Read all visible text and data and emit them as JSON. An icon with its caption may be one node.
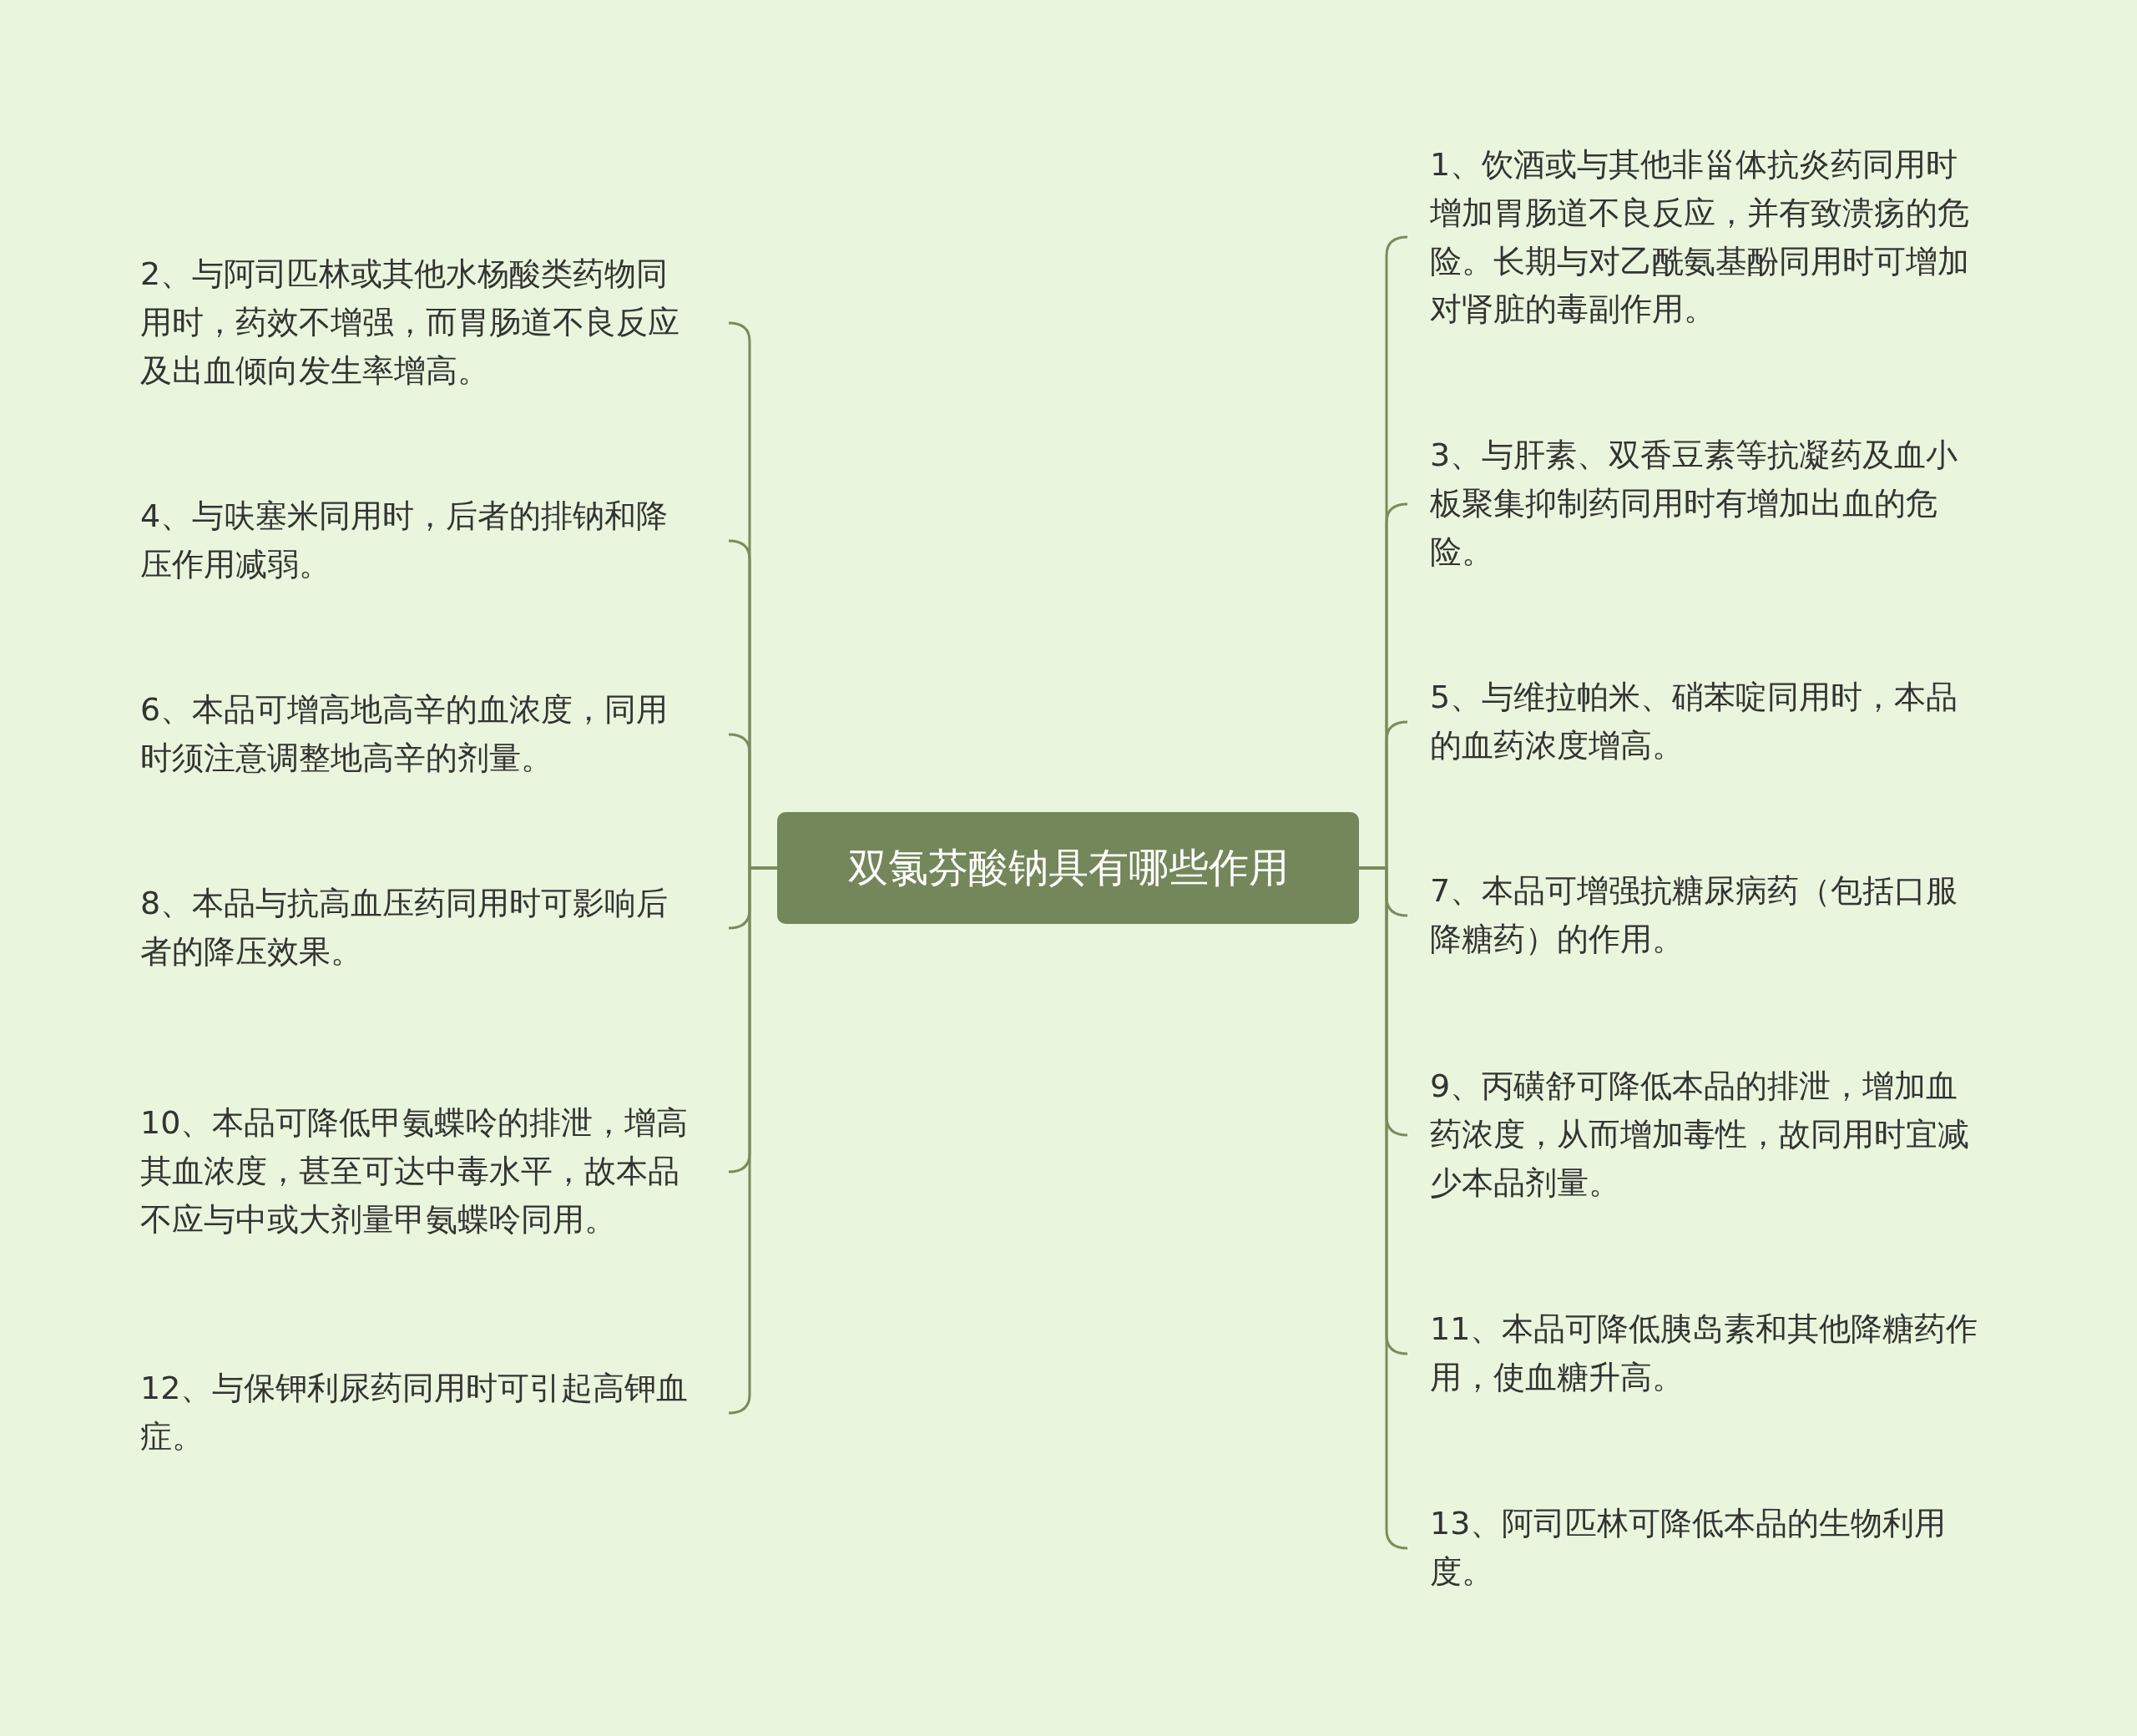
{
  "diagram": {
    "nodes": [
      {
        "text": [
          "双氯芬酸钠具有哪些作用"
        ]
      },
      {
        "text": [
          "1、饮酒或与其他非甾体抗炎药同用时增加胃肠道不良反应，并有致溃疡的危险。长期与对乙酰氨基酚同用时可增加对肾脏的毒副作用。"
        ]
      },
      {
        "text": [
          "2、与阿司匹林或其他水杨酸类药物同用时，药效不增强，而胃肠道不良反应及出血倾向发生率增高。"
        ]
      },
      {
        "text": [
          "3、与肝素、双香豆素等抗凝药及血小板聚集抑制药同用时有增加出血的危险。"
        ]
      },
      {
        "text": [
          "4、与呋塞米同用时，后者的排钠和降压作用减弱。"
        ]
      },
      {
        "text": [
          "5、与维拉帕米、硝苯啶同用时，本品的血药浓度增高。"
        ]
      },
      {
        "text": [
          "6、本品可增高地高辛的血浓度，同用时须注意调整地高辛的剂量。"
        ]
      },
      {
        "text": [
          "7、本品可增强抗糖尿病药（包括口服降糖药）的作用。"
        ]
      },
      {
        "text": [
          "8、本品与抗高血压药同用时可影响后者的降压效果。"
        ]
      },
      {
        "text": [
          "9、丙磺舒可降低本品的排泄，增加血药浓度，从而增加毒性，故同用时宜减少本品剂量。"
        ]
      },
      {
        "text": [
          "10、本品可降低甲氨蝶呤的排泄，增高其血浓度，甚至可达中毒水平，故本品不应与中或大剂量甲氨蝶呤同用。"
        ]
      },
      {
        "text": [
          "11、本品可降低胰岛素和其他降糖药作用，使血糖升高。"
        ]
      },
      {
        "text": [
          "12、与保钾利尿药同用时可引起高钾血症。"
        ]
      },
      {
        "text": [
          "13、阿司匹林可降低本品的生物利用度。"
        ]
      }
    ],
    "edges": [
      {
        "from": 0,
        "to": 1,
        "arrow": "none"
      },
      {
        "from": 0,
        "to": 2,
        "arrow": "none"
      },
      {
        "from": 0,
        "to": 3,
        "arrow": "none"
      },
      {
        "from": 0,
        "to": 4,
        "arrow": "none"
      },
      {
        "from": 0,
        "to": 5,
        "arrow": "none"
      },
      {
        "from": 0,
        "to": 6,
        "arrow": "none"
      },
      {
        "from": 0,
        "to": 7,
        "arrow": "none"
      },
      {
        "from": 0,
        "to": 8,
        "arrow": "none"
      },
      {
        "from": 0,
        "to": 9,
        "arrow": "none"
      },
      {
        "from": 0,
        "to": 10,
        "arrow": "none"
      },
      {
        "from": 0,
        "to": 11,
        "arrow": "none"
      },
      {
        "from": 0,
        "to": 12,
        "arrow": "none"
      },
      {
        "from": 0,
        "to": 13,
        "arrow": "none"
      }
    ]
  }
}
